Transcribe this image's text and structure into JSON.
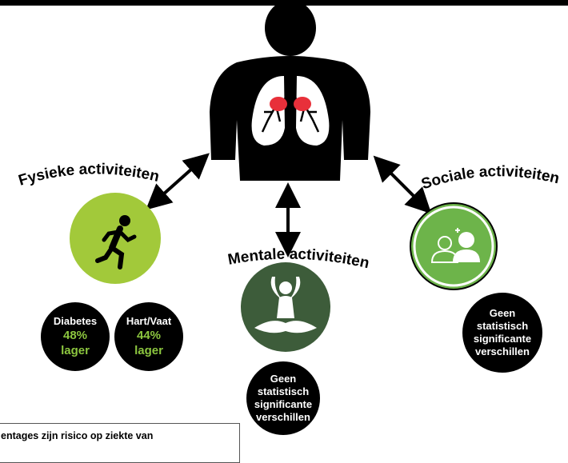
{
  "categories": {
    "physical": "Fysieke activiteiten",
    "mental": "Mentale activiteiten",
    "social": "Sociale activiteiten"
  },
  "results": {
    "diabetes": {
      "label": "Diabetes",
      "value": "48%",
      "suffix": "lager"
    },
    "heart": {
      "label": "Hart/Vaat",
      "value": "44%",
      "suffix": "lager"
    },
    "mental": [
      "Geen",
      "statistisch",
      "significante",
      "verschillen"
    ],
    "social": [
      "Geen",
      "statistisch",
      "significante",
      "verschillen"
    ]
  },
  "footnote": "entages zijn risico op ziekte van",
  "colors": {
    "physical_green": "#a2c93a",
    "mental_green": "#3d5c3a",
    "social_green": "#6db44a",
    "accent_green": "#8cc63f",
    "lung_red": "#e8303a"
  },
  "icons": {
    "person": "person-torso-with-lungs-icon",
    "runner": "runner-icon",
    "meditation": "meditation-icon",
    "people": "add-people-icon"
  }
}
